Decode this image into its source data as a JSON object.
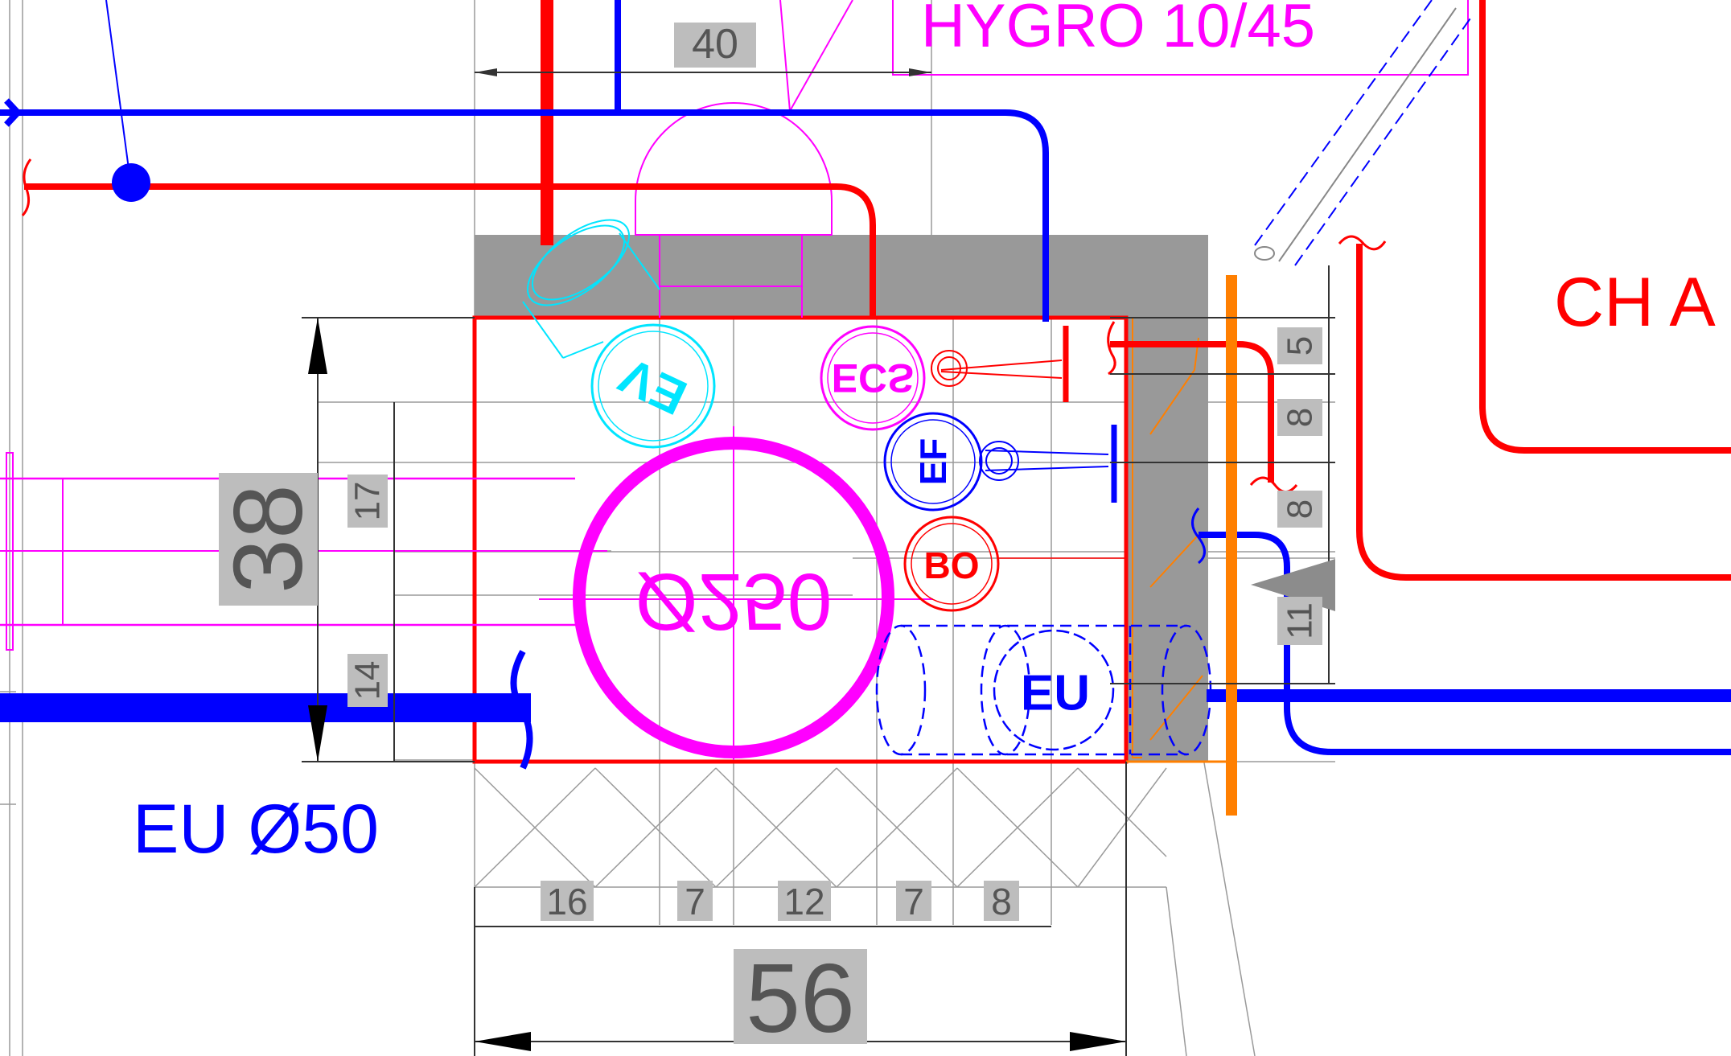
{
  "title_label": "HYGRO 10/45",
  "room_label": "CH A",
  "pipe_label": "EU Ø50",
  "diameter_label": "Ø250",
  "markers": {
    "ev": "EV",
    "ecs": "ECS",
    "ef": "EF",
    "bo": "BO",
    "eu": "EU"
  },
  "dimensions": {
    "top": "40",
    "height_total": "38",
    "height_upper": "17",
    "height_lower": "14",
    "right_1": "5",
    "right_2": "8",
    "right_3": "8",
    "right_4": "11",
    "bottom_1": "16",
    "bottom_2": "7",
    "bottom_3": "12",
    "bottom_4": "7",
    "bottom_5": "8",
    "width_total": "56"
  },
  "colors": {
    "hot_water": "#ff0000",
    "cold_water": "#0000ff",
    "ventilation": "#ff00ff",
    "ev_duct": "#00e5ff",
    "frame": "#ff7f00",
    "wall": "#999999",
    "dim_box": "#bdbdbd"
  }
}
